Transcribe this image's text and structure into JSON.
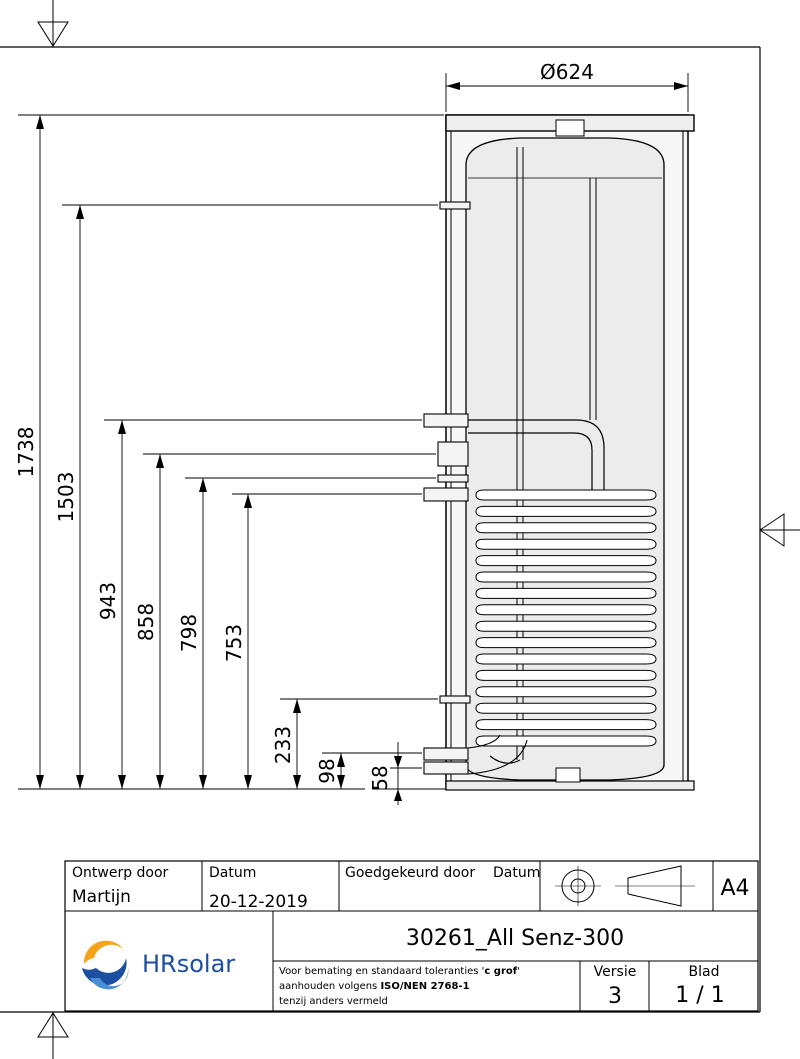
{
  "drawing": {
    "diameter_label": "Ø624",
    "dimensions": [
      "1738",
      "1503",
      "943",
      "858",
      "798",
      "753",
      "233",
      "98",
      "58"
    ]
  },
  "title_block": {
    "designed_by_label": "Ontwerp door",
    "designed_by_value": "Martijn",
    "date_label": "Datum",
    "date_value": "20-12-2019",
    "approved_by_label": "Goedgekeurd door",
    "approved_date_label": "Datum",
    "sheet_size": "A4",
    "brand": "HRsolar",
    "drawing_title": "30261_All Senz-300",
    "tolerance_line1_prefix": "Voor bemating en standaard toleranties '",
    "tolerance_line1_bold": "c grof",
    "tolerance_line1_suffix": "'",
    "tolerance_line2_prefix": "aanhouden volgens ",
    "tolerance_line2_bold": "ISO/NEN 2768-1",
    "tolerance_line3": "tenzij anders vermeld",
    "version_label": "Versie",
    "version_value": "3",
    "sheet_label": "Blad",
    "sheet_value": "1 / 1"
  },
  "colors": {
    "line": "#000000",
    "tank_fill": "#f2f2f2",
    "logo_blue": "#1d4fa0",
    "logo_orange": "#f5a31a"
  }
}
